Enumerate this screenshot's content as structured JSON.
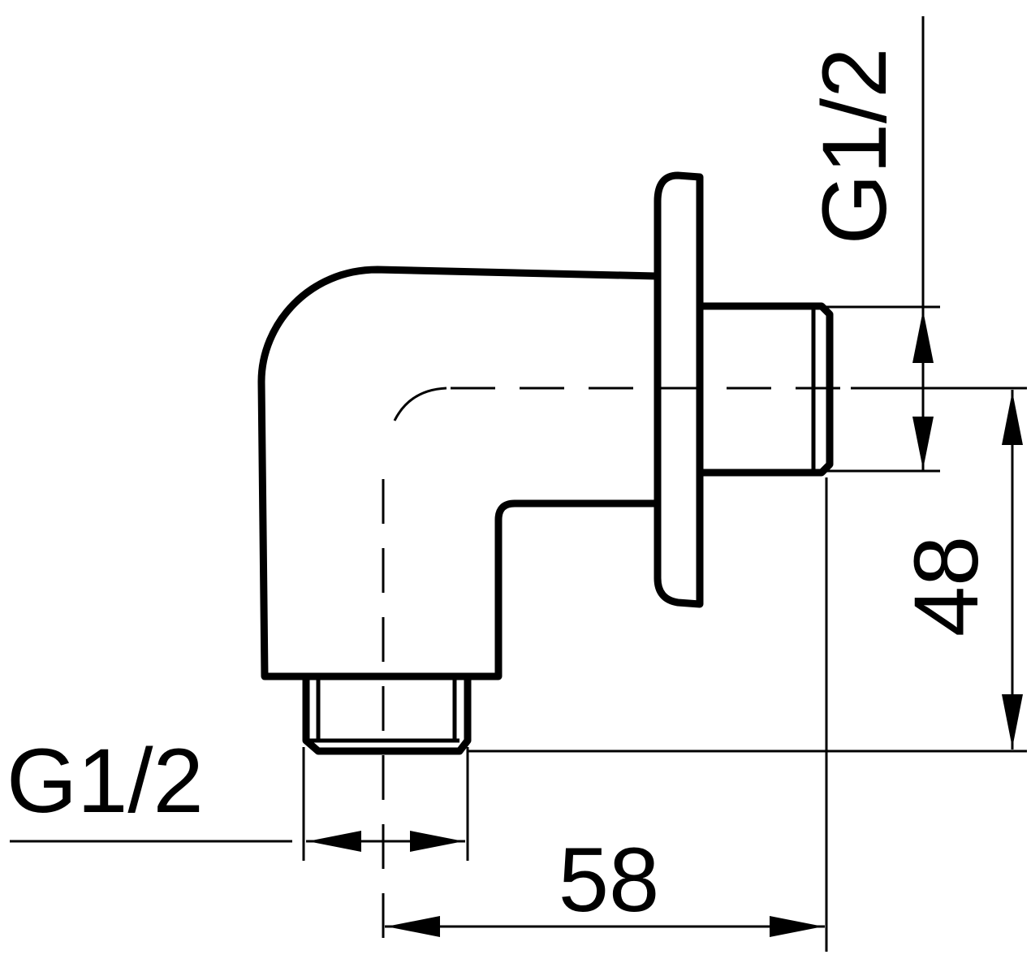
{
  "dimensions": {
    "top_thread": "G1/2",
    "bottom_thread": "G1/2",
    "height": "48",
    "width": "58"
  },
  "colors": {
    "line": "#000000",
    "background": "#ffffff"
  }
}
